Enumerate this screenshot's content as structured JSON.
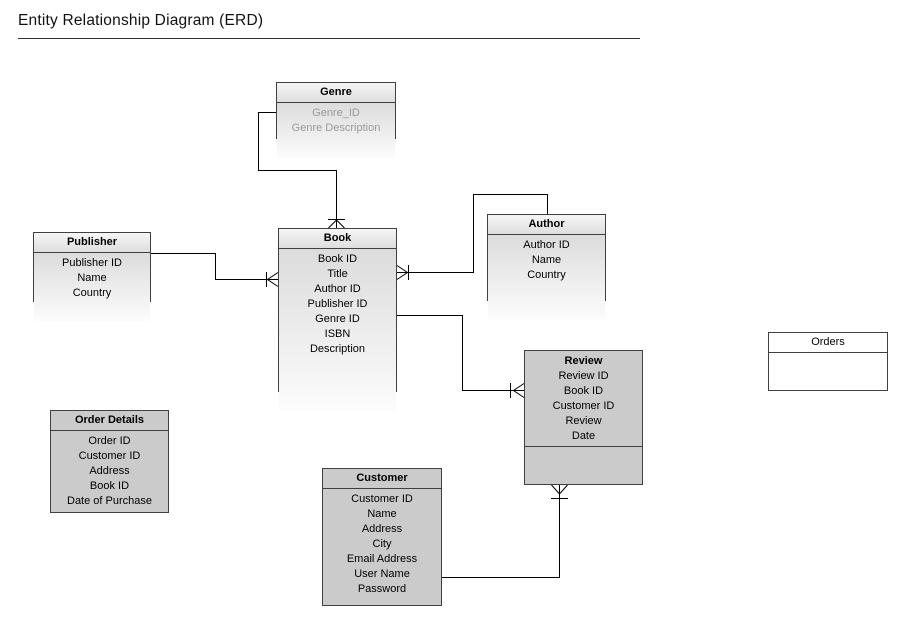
{
  "page": {
    "title": "Entity Relationship Diagram (ERD)"
  },
  "colors": {
    "border": "#404040",
    "wire": "#000000",
    "solid_fill": "#cbcbcb",
    "gradient_top": "#dcdcdc",
    "gradient_bottom": "#fcfcfc",
    "dim_text": "#9a9a9a"
  },
  "entities": {
    "genre": {
      "title": "Genre",
      "attributes": [
        "Genre_ID",
        "Genre Description"
      ]
    },
    "publisher": {
      "title": "Publisher",
      "attributes": [
        "Publisher ID",
        "Name",
        "Country"
      ]
    },
    "book": {
      "title": "Book",
      "attributes": [
        "Book ID",
        "Title",
        "Author ID",
        "Publisher ID",
        "Genre ID",
        "ISBN",
        "Description"
      ]
    },
    "author": {
      "title": "Author",
      "attributes": [
        "Author ID",
        "Name",
        "Country"
      ]
    },
    "review": {
      "title": "Review",
      "attributes": [
        "Review ID",
        "Book ID",
        "Customer ID",
        "Review",
        "Date"
      ]
    },
    "orders": {
      "title": "Orders",
      "attributes": []
    },
    "order_details": {
      "title": "Order Details",
      "attributes": [
        "Order ID",
        "Customer ID",
        "Address",
        "Book ID",
        "Date of Purchase"
      ]
    },
    "customer": {
      "title": "Customer",
      "attributes": [
        "Customer ID",
        "Name",
        "Address",
        "City",
        "Email Address",
        "User Name",
        "Password"
      ]
    }
  },
  "relationships": [
    {
      "from": "Genre",
      "to": "Book",
      "cardinality": "one-to-many",
      "many_end": "Book"
    },
    {
      "from": "Publisher",
      "to": "Book",
      "cardinality": "one-to-many",
      "many_end": "Book"
    },
    {
      "from": "Author",
      "to": "Book",
      "cardinality": "one-to-many",
      "many_end": "Book"
    },
    {
      "from": "Book",
      "to": "Review",
      "cardinality": "one-to-many",
      "many_end": "Review"
    },
    {
      "from": "Customer",
      "to": "Review",
      "cardinality": "one-to-many",
      "many_end": "Review"
    }
  ]
}
